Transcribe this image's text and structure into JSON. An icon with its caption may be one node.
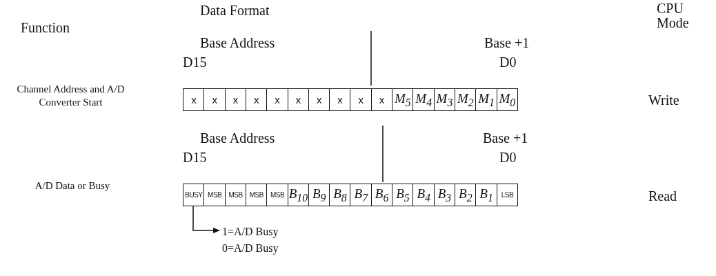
{
  "diagram": {
    "nodes": [
      {
        "text": [
          "x"
        ]
      },
      {
        "text": [
          "x"
        ]
      },
      {
        "text": [
          "x"
        ]
      },
      {
        "text": [
          "x"
        ]
      },
      {
        "text": [
          "x"
        ]
      },
      {
        "text": [
          "x"
        ]
      },
      {
        "text": [
          "x"
        ]
      },
      {
        "text": [
          "x"
        ]
      },
      {
        "text": [
          "x"
        ]
      },
      {
        "text": [
          "x"
        ]
      },
      {
        "text": [
          "M$_{5}$"
        ]
      },
      {
        "text": [
          "M$_{4}$"
        ]
      },
      {
        "text": [
          "M$_{3}$"
        ]
      },
      {
        "text": [
          "M$_{2}$"
        ]
      },
      {
        "text": [
          "M$_{1}$"
        ]
      },
      {
        "text": [
          "M$_{0}$"
        ]
      },
      {
        "text": [
          "BUSY"
        ]
      },
      {
        "text": [
          "MSB"
        ]
      },
      {
        "text": [
          "MSB"
        ]
      },
      {
        "text": [
          "MSB"
        ]
      },
      {
        "text": [
          "MSB"
        ]
      },
      {
        "text": [
          "B$_{10}$"
        ]
      },
      {
        "text": [
          "B$_{9}$"
        ]
      },
      {
        "text": [
          "B$_{8}$"
        ]
      },
      {
        "text": [
          "B$_{7}$"
        ]
      },
      {
        "text": [
          "B$_{6}$"
        ]
      },
      {
        "text": [
          "B$_{5}$"
        ]
      },
      {
        "text": [
          "B$_{4}$"
        ]
      },
      {
        "text": [
          "B$_{3}$"
        ]
      },
      {
        "text": [
          "B$_{2}$"
        ]
      },
      {
        "text": [
          "B$_{1}$"
        ]
      },
      {
        "text": [
          "LSB"
        ]
      },
      {
        "text": [
          "1=A/D Busy",
          "0=A/D Busy"
        ]
      }
    ],
    "edges": [
      {
        "from": 16,
        "to": 32,
        "arrow": "to"
      }
    ],
    "labels": [
      "Function",
      "Data Format",
      "CPU Mode",
      "Base Address",
      "Base +1",
      "D15",
      "D0",
      "Channel Address and A/D Converter Start",
      "Write",
      "Base Address",
      "Base +1",
      "D15",
      "D0",
      "A/D Data or Busy",
      "Read"
    ]
  }
}
